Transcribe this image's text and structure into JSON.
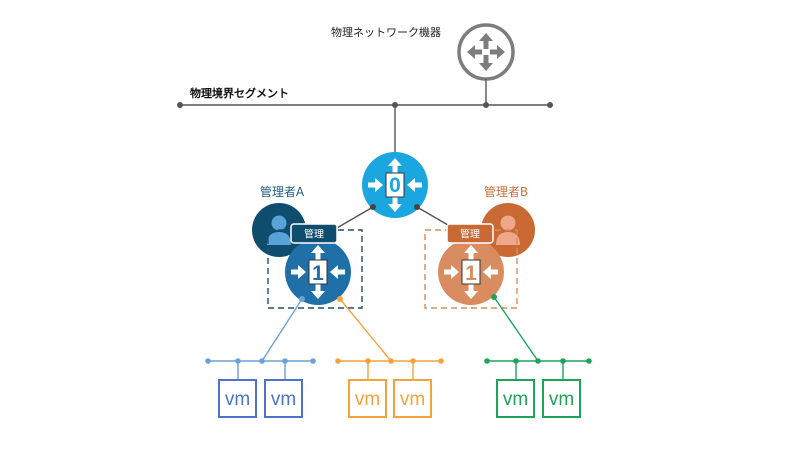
{
  "device": {
    "label": "物理ネットワーク機器"
  },
  "segment": {
    "label": "物理境界セグメント"
  },
  "tier0": {
    "digit": "0"
  },
  "admin_a": {
    "label": "管理者A",
    "badge": "管理",
    "digit": "1"
  },
  "admin_b": {
    "label": "管理者B",
    "badge": "管理",
    "digit": "1"
  },
  "vms": [
    {
      "label": "vm",
      "group": "a"
    },
    {
      "label": "vm",
      "group": "a"
    },
    {
      "label": "vm",
      "group": "b"
    },
    {
      "label": "vm",
      "group": "b"
    },
    {
      "label": "vm",
      "group": "c"
    },
    {
      "label": "vm",
      "group": "c"
    }
  ],
  "colors": {
    "line": "#555555",
    "router_gray": "#808080",
    "tier0": "#1aa7e0",
    "admin_a": "#1f6fa8",
    "admin_a_avatar": "#0f4d6e",
    "admin_b": "#d98c5f",
    "admin_b_avatar": "#c96a35",
    "group_a": "#4d73c4",
    "group_a_line": "#6aa2d6",
    "group_b": "#f2a43a",
    "group_c": "#1fa35a"
  }
}
